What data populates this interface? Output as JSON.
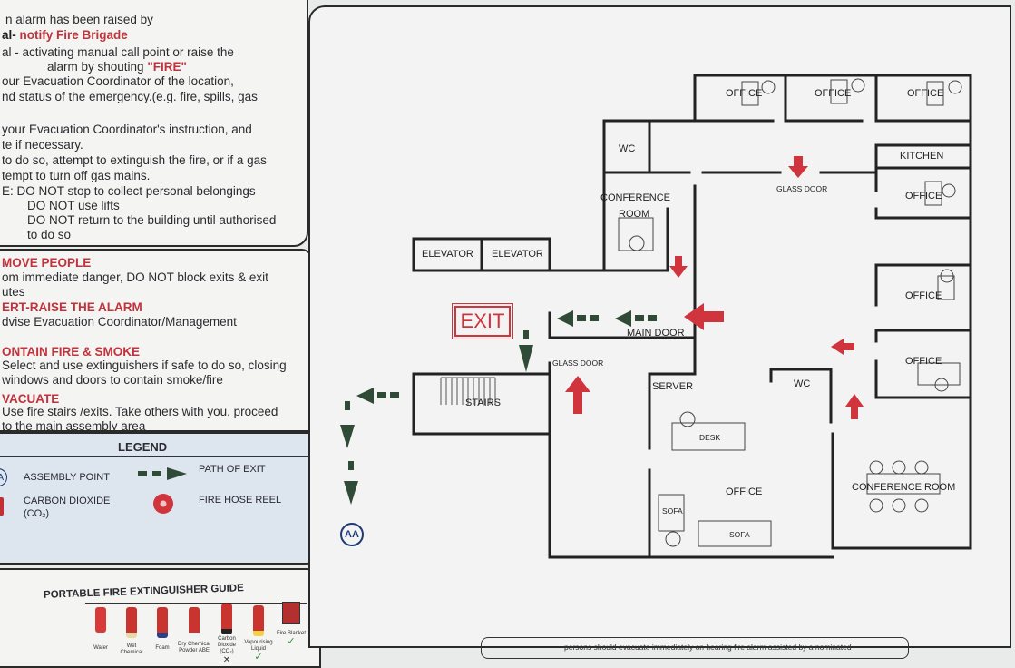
{
  "procedures": {
    "raise_alarm": {
      "lines": [
        "n alarm has been raised by",
        "al- notify Fire Brigade",
        "al - activating manual call point or raise the",
        "alarm by shouting \"FIRE\"",
        "our Evacuation Coordinator of the location,",
        "nd status of the emergency.(e.g. fire, spills, gas",
        "your Evacuation Coordinator's instruction, and",
        "te if necessary.",
        "to do so, attempt to extinguish the fire, or if a gas",
        "tempt to turn off gas mains.",
        "E:  DO NOT stop to collect personal belongings",
        "DO NOT use lifts",
        "DO NOT return to the building until authorised",
        "to do so"
      ]
    },
    "actions": {
      "remove_heading": "MOVE PEOPLE",
      "remove_text_1": "om immediate danger, DO NOT block exits & exit",
      "remove_text_2": "utes",
      "alert_heading": "ERT-RAISE THE ALARM",
      "alert_text": "dvise Evacuation Coordinator/Management",
      "contain_heading": "ONTAIN FIRE & SMOKE",
      "contain_text_1": "Select and use extinguishers if safe to do so, closing",
      "contain_text_2": "windows and doors to contain smoke/fire",
      "evacuate_heading": "VACUATE",
      "evacuate_text_1": "Use fire stairs /exits. Take others with you, proceed",
      "evacuate_text_2": "to the main assembly area"
    }
  },
  "legend": {
    "title": "LEGEND",
    "assembly_badge": "A",
    "assembly_point": "ASSEMBLY POINT",
    "path_of_exit": "PATH OF EXIT",
    "co2_line_1": "CARBON DIOXIDE",
    "co2_line_2": "(CO₂)",
    "fire_hose_reel": "FIRE HOSE REEL"
  },
  "extinguisher_guide": {
    "title": "PORTABLE FIRE EXTINGUISHER GUIDE",
    "types": [
      {
        "name": "Water",
        "color": "#d83a3a"
      },
      {
        "name": "Wet Chemical",
        "color": "#c9342f"
      },
      {
        "name": "Foam",
        "color": "#c9342f"
      },
      {
        "name": "Dry Chemical Powder ABE",
        "color": "#c9342f"
      },
      {
        "name": "Carbon Dioxide (CO₂)",
        "color": "#c9342f",
        "mark": "✕"
      },
      {
        "name": "Vapourising Liquid",
        "color": "#c9342f",
        "mark": "✓"
      },
      {
        "name": "Fire Blanket",
        "color": "#b23030",
        "mark": "✓"
      }
    ]
  },
  "floor_plan": {
    "rooms": {
      "office_1": "OFFICE",
      "office_2": "OFFICE",
      "office_3": "OFFICE",
      "kitchen": "KITCHEN",
      "office_4": "OFFICE",
      "office_5": "OFFICE",
      "office_6": "OFFICE",
      "wc_top": "WC",
      "conference_line_1": "CONFERENCE",
      "conference_line_2": "ROOM",
      "elevator_1": "ELEVATOR",
      "elevator_2": "ELEVATOR",
      "glass_door_top": "GLASS DOOR",
      "main_door": "MAIN DOOR",
      "glass_door_left": "GLASS DOOR",
      "server": "SERVER",
      "wc_mid": "WC",
      "stairs": "STAIRS",
      "desk": "DESK",
      "office_main": "OFFICE",
      "sofa_1": "SOFA",
      "sofa_2": "SOFA",
      "conference_room_2": "CONFERENCE ROOM"
    },
    "exit_sign": "EXIT",
    "assembly_marker": "AA",
    "footer_note": "persons should evacuate immediately on hearing fire alarm assisted by a nominated",
    "colors": {
      "exit_red": "#d0343c",
      "path_green": "#2f4a36",
      "wall": "#222222"
    }
  }
}
